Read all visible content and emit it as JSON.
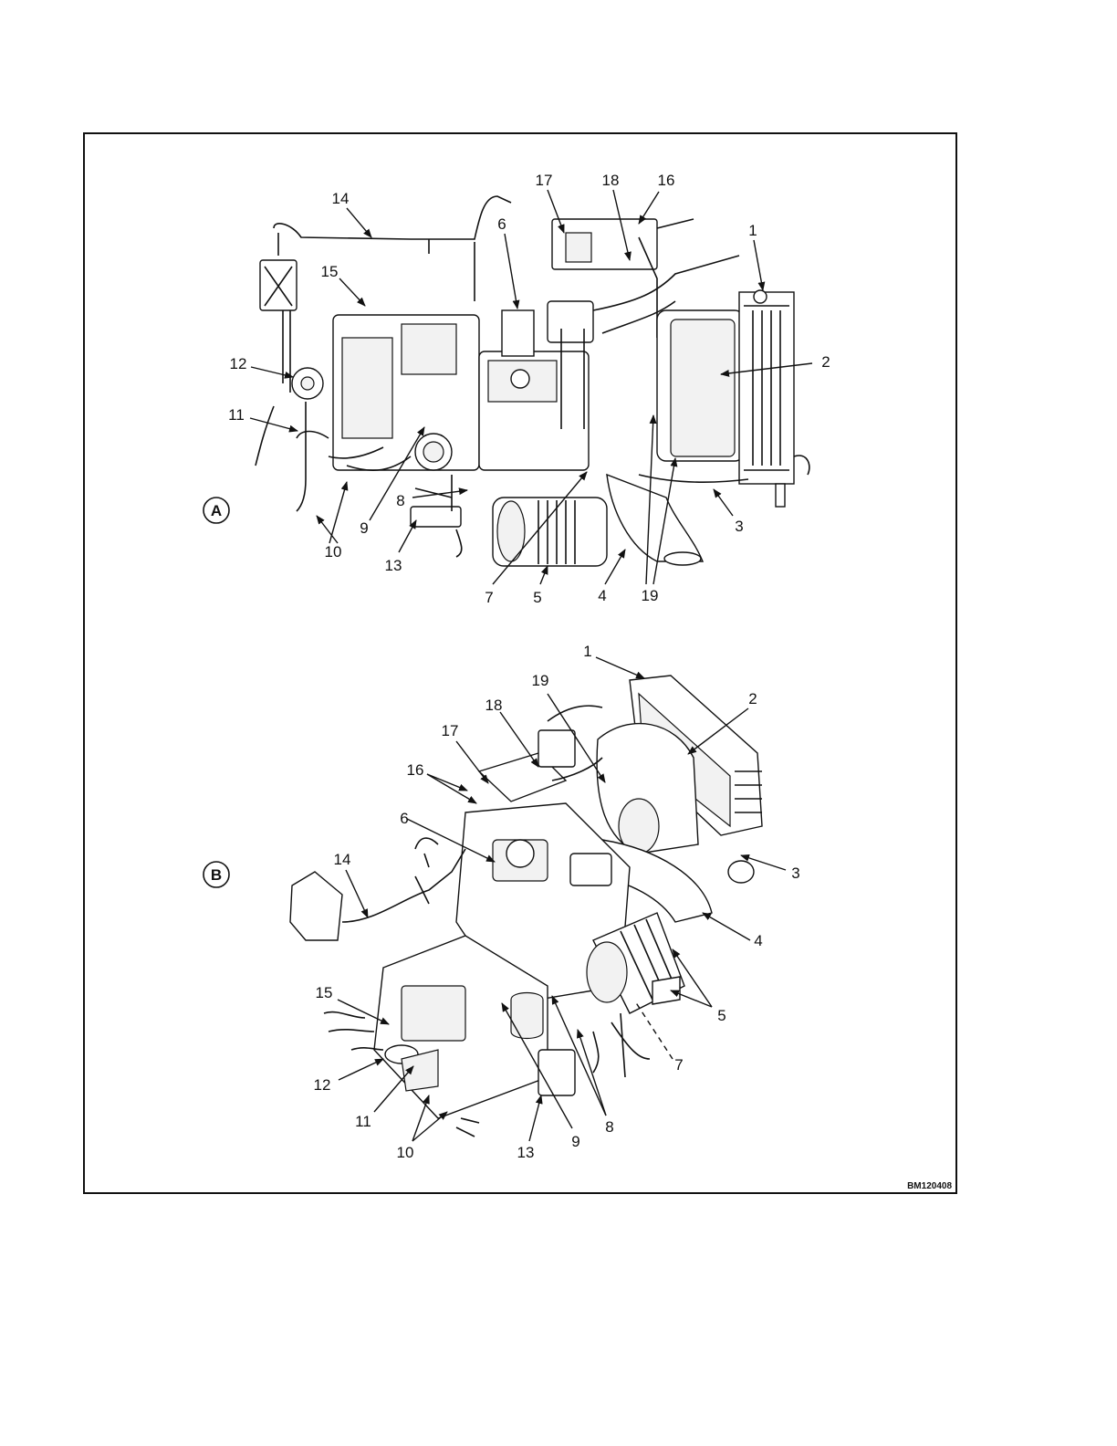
{
  "figure_id": "BM120408",
  "views": [
    {
      "id": "A",
      "callouts": [
        "14",
        "17",
        "18",
        "16",
        "6",
        "1",
        "15",
        "12",
        "2",
        "11",
        "9",
        "8",
        "3",
        "10",
        "13",
        "7",
        "5",
        "4",
        "19"
      ]
    },
    {
      "id": "B",
      "callouts": [
        "1",
        "19",
        "2",
        "18",
        "17",
        "16",
        "6",
        "14",
        "3",
        "4",
        "5",
        "15",
        "7",
        "12",
        "8",
        "11",
        "9",
        "10",
        "13"
      ]
    }
  ]
}
